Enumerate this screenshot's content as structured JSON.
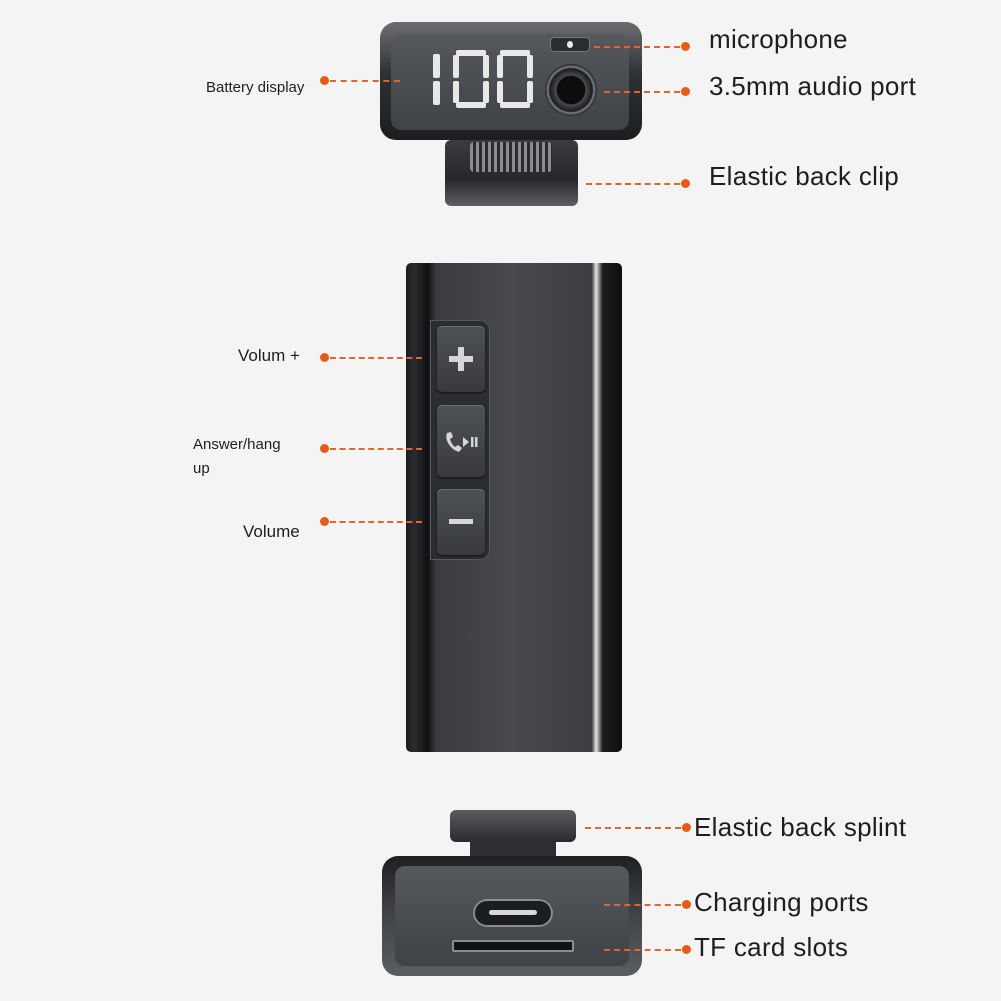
{
  "labels": {
    "microphone": "microphone",
    "audio_port": "3.5mm audio port",
    "back_clip": "Elastic back clip",
    "battery_display": "Battery display",
    "volume_plus": "Volum  +",
    "answer_hang_line1": "Answer/hang",
    "answer_hang_line2": "up",
    "volume_minus": "Volume",
    "back_splint": "Elastic back splint",
    "charging_ports": "Charging ports",
    "tf_card_slots": "TF card slots"
  },
  "display": {
    "battery_level": "100"
  },
  "buttons": {
    "plus_icon": "plus-icon",
    "call_icon": "phone-play-pause-icon",
    "minus_icon": "minus-icon"
  },
  "colors": {
    "accent": "#ea5a17",
    "device_dark": "#2e3033"
  }
}
